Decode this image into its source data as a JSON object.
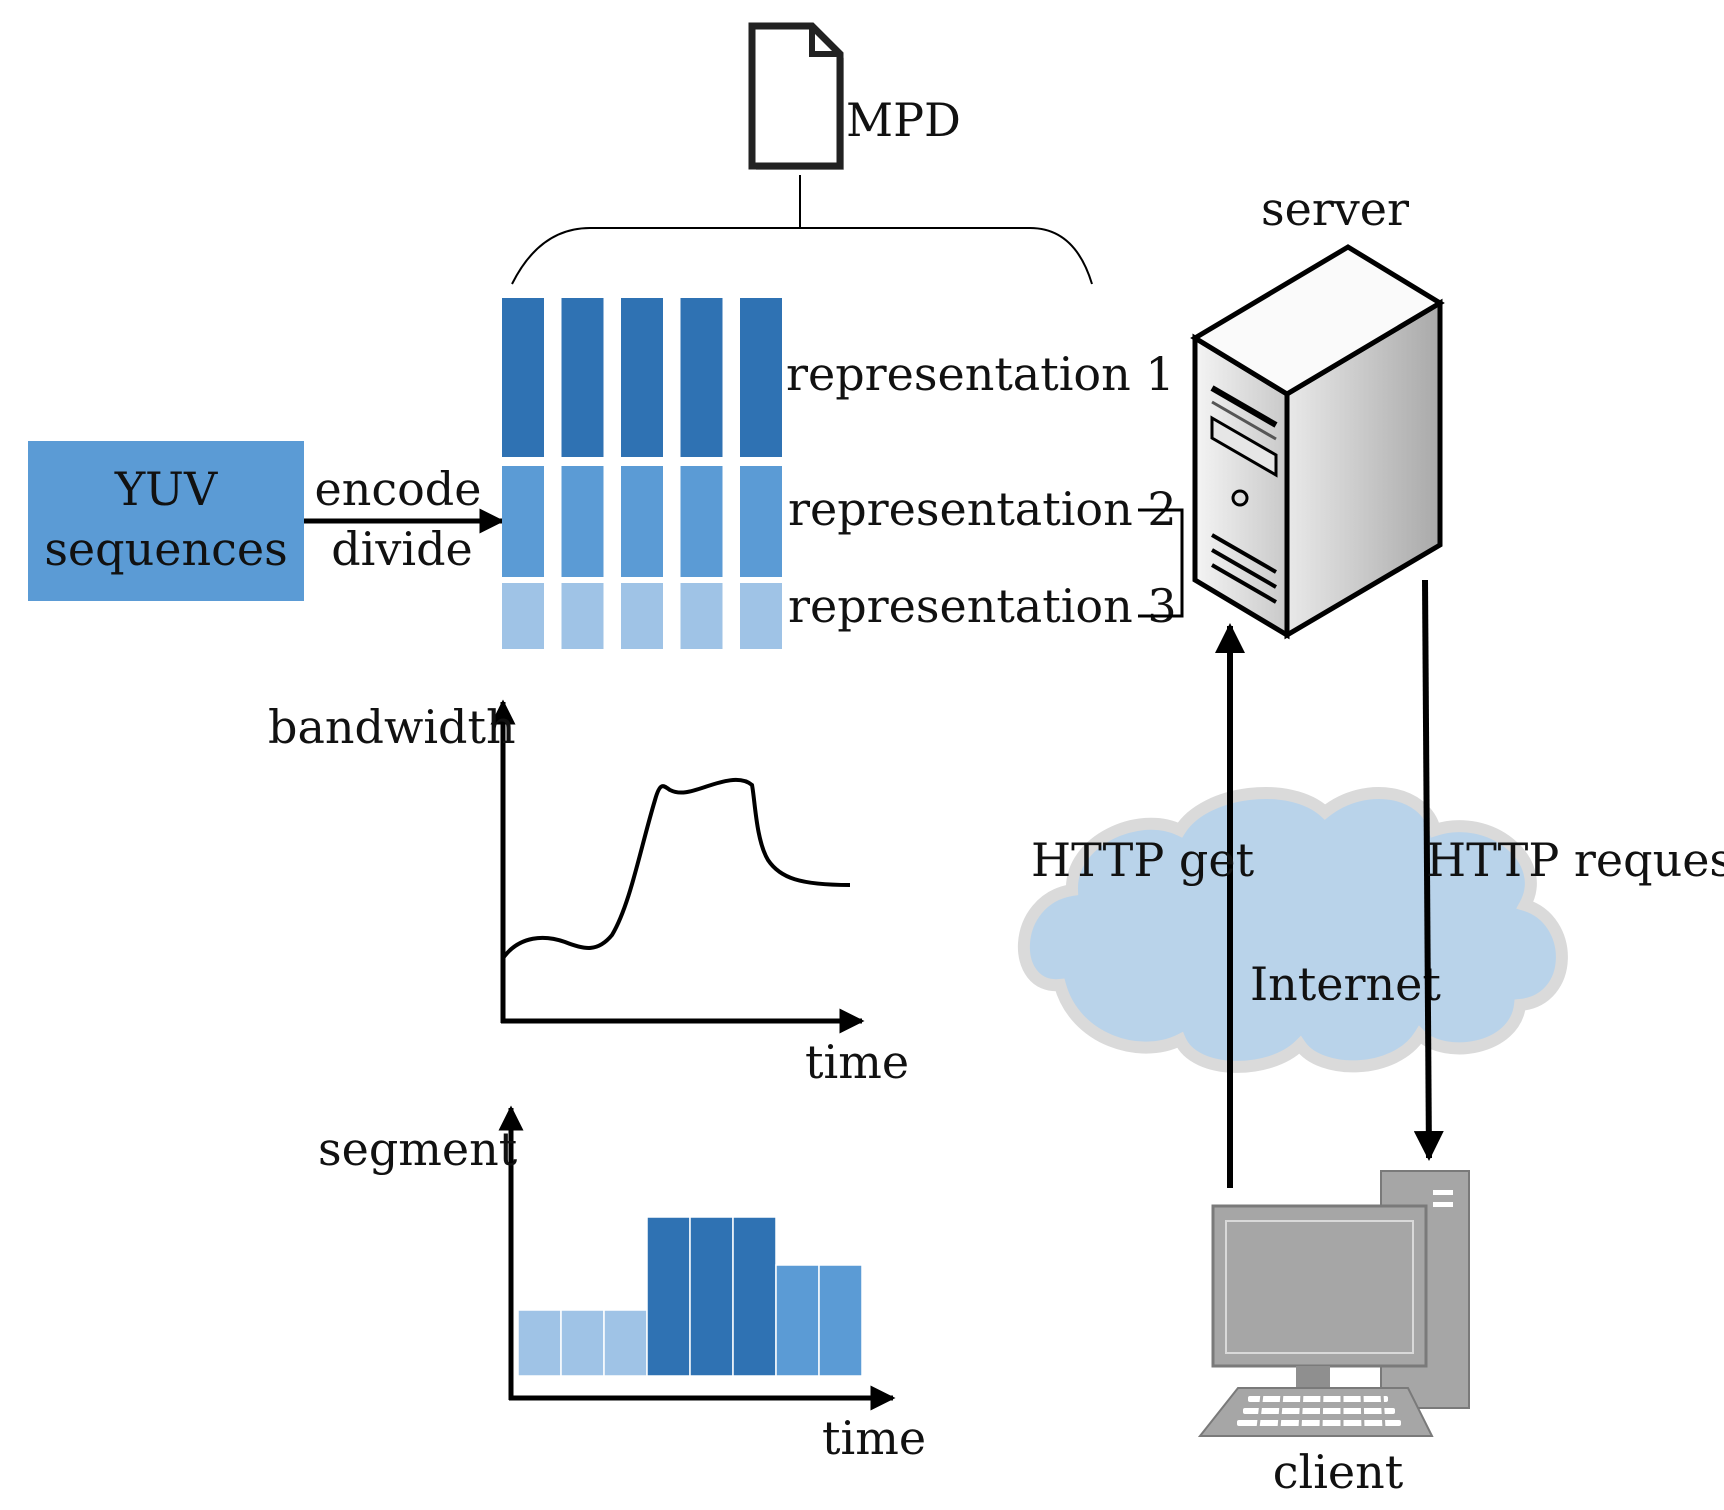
{
  "colors": {
    "dark_blue": "#2f72b3",
    "mid_blue": "#5b9bd5",
    "light_blue": "#9fc3e6",
    "cloud_fill": "#b9d3ea",
    "cloud_edge": "#dadada"
  },
  "source": {
    "line1": "YUV",
    "line2": "sequences"
  },
  "process": {
    "encode": "encode",
    "divide": "divide"
  },
  "mpd": {
    "label": "MPD",
    "icon": "document-icon"
  },
  "representations": [
    {
      "label": "representation 1",
      "level": "dark"
    },
    {
      "label": "representation 2",
      "level": "mid"
    },
    {
      "label": "representation 3",
      "level": "light"
    }
  ],
  "segment_columns": 5,
  "bandwidth_chart": {
    "ylabel": "bandwidth",
    "xlabel": "time"
  },
  "segment_chart": {
    "ylabel": "segment",
    "xlabel": "time",
    "segments": [
      "light",
      "light",
      "light",
      "dark",
      "dark",
      "dark",
      "mid",
      "mid"
    ]
  },
  "server": {
    "label": "server",
    "icon": "server-icon"
  },
  "network": {
    "http_get": "HTTP get",
    "http_request": "HTTP request",
    "internet": "Internet",
    "icon": "cloud-icon"
  },
  "client": {
    "label": "client",
    "icon": "desktop-computer-icon"
  }
}
